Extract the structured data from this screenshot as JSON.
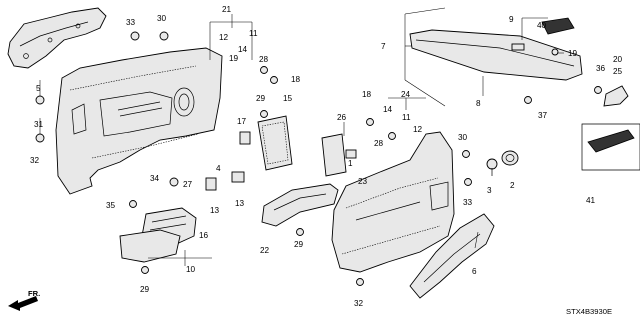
{
  "diagram_code": "STX4B3930E",
  "front_marker": "FR.",
  "callouts": [
    "1",
    "2",
    "3",
    "4",
    "5",
    "6",
    "7",
    "8",
    "9",
    "10",
    "11",
    "12",
    "13",
    "14",
    "15",
    "16",
    "17",
    "18",
    "19",
    "20",
    "21",
    "22",
    "23",
    "24",
    "25",
    "26",
    "27",
    "28",
    "29",
    "30",
    "31",
    "32",
    "33",
    "34",
    "35",
    "36",
    "37",
    "40",
    "41"
  ]
}
